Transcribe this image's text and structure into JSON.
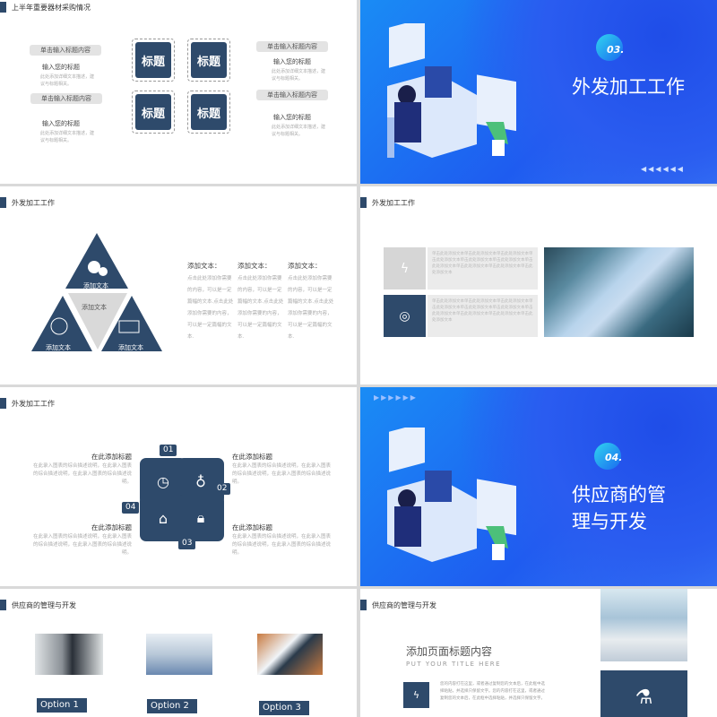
{
  "slide1": {
    "header": "上半年重要器材采购情况",
    "pills": [
      "单击输入标题内容",
      "单击输入标题内容",
      "单击输入标题内容",
      "单击输入标题内容"
    ],
    "subtitles": [
      "输入您的标题",
      "输入您的标题",
      "输入您的标题",
      "输入您的标题"
    ],
    "desc": "此处添加详细文本描述，建议与标题相关。",
    "boxes": [
      "标题",
      "标题",
      "标题",
      "标题"
    ]
  },
  "slide2": {
    "number": "03.",
    "title": "外发加工工作",
    "icon": "office-worker-illustration"
  },
  "slide3": {
    "header": "外发加工工作",
    "triangles": [
      "添加文本",
      "添加文本",
      "添加文本",
      "添加文本"
    ],
    "columns": [
      {
        "title": "添加文本：",
        "text": "点击此处添加你需要的内容，可以是一定篇幅的文本.点击此处添加你需要的内容，可以是一定篇幅的文本."
      },
      {
        "title": "添加文本：",
        "text": "点击此处添加你需要的内容，可以是一定篇幅的文本.点击此处添加你需要的内容，可以是一定篇幅的文本."
      },
      {
        "title": "添加文本：",
        "text": "点击此处添加你需要的内容，可以是一定篇幅的文本.点击此处添加你需要的内容，可以是一定篇幅的文本."
      }
    ]
  },
  "slide4": {
    "header": "外发加工工作",
    "rows": [
      {
        "icon": "lightning-icon",
        "text": "单击此处添加文本单击此处添加文本单击此处添加文本单击此处添加文本单击此处添加文本单击此处添加文本单击此处添加文本单击此处添加文本单击此处添加文本单击此处添加文本"
      },
      {
        "icon": "target-icon",
        "text": "单击此处添加文本单击此处添加文本单击此处添加文本单击此处添加文本单击此处添加文本单击此处添加文本单击此处添加文本单击此处添加文本单击此处添加文本单击此处添加文本"
      }
    ]
  },
  "slide5": {
    "header": "外发加工工作",
    "numbers": [
      "01",
      "02",
      "03",
      "04"
    ],
    "items": [
      {
        "title": "在此添加标题",
        "text": "在此录入图表的综合描述说明，在此录入图表的综合描述说明，在此录入图表的综合描述说明。"
      },
      {
        "title": "在此添加标题",
        "text": "在此录入图表的综合描述说明，在此录入图表的综合描述说明，在此录入图表的综合描述说明。"
      },
      {
        "title": "在此添加标题",
        "text": "在此录入图表的综合描述说明，在此录入图表的综合描述说明，在此录入图表的综合描述说明。"
      },
      {
        "title": "在此添加标题",
        "text": "在此录入图表的综合描述说明，在此录入图表的综合描述说明，在此录入图表的综合描述说明。"
      }
    ]
  },
  "slide6": {
    "number": "04.",
    "title_line1": "供应商的管",
    "title_line2": "理与开发"
  },
  "slide7": {
    "header": "供应商的管理与开发",
    "options": [
      "Option 1",
      "Option 2",
      "Option 3"
    ]
  },
  "slide8": {
    "header": "供应商的管理与开发",
    "title": "添加页面标题内容",
    "subtitle": "PUT YOUR TITLE HERE",
    "text": "您的内容打在这里，或者通过复制您的文本后，在此框中选择粘贴，并选择只保留文字。您的内容打在这里，或者通过复制您的文本后，在此框中选择粘贴，并选择只保留文字。"
  },
  "colors": {
    "navy": "#2e4a6b",
    "blue": "#1e5cf0"
  }
}
